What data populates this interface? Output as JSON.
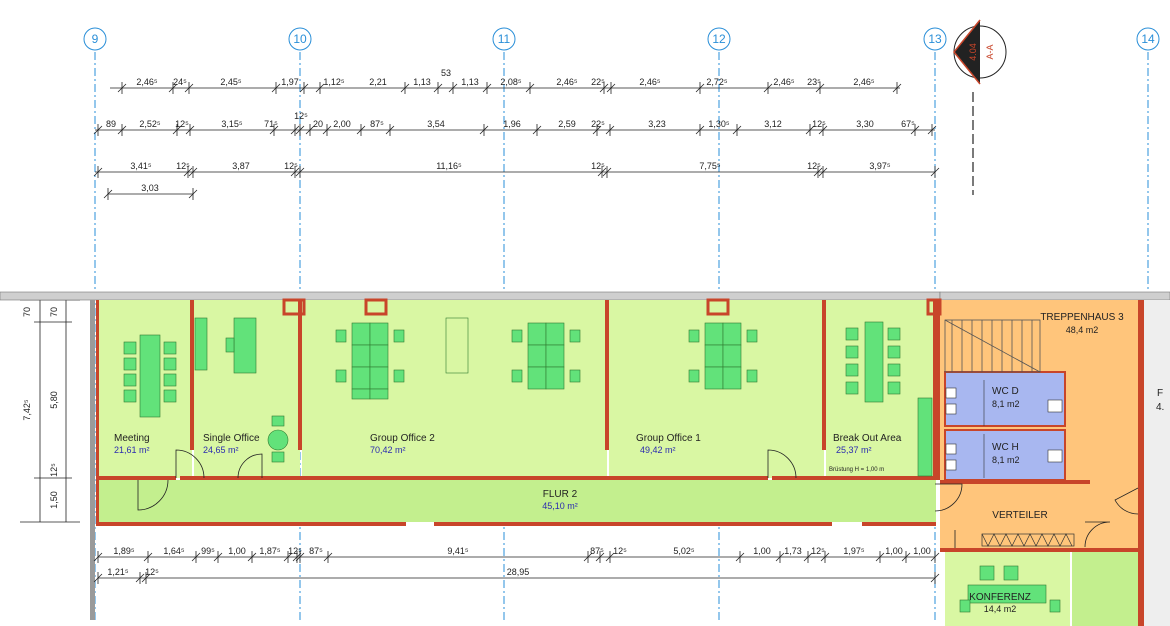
{
  "grid_axes": [
    {
      "id": "9",
      "label": "9"
    },
    {
      "id": "10",
      "label": "10"
    },
    {
      "id": "11",
      "label": "11"
    },
    {
      "id": "12",
      "label": "12"
    },
    {
      "id": "13",
      "label": "13"
    },
    {
      "id": "14",
      "label": "14"
    }
  ],
  "section_marker": {
    "ref": "4.04",
    "name": "A-A"
  },
  "top_dimensions": {
    "row1": [
      "2,46⁵",
      "24⁵",
      "2,45⁵",
      "1,97",
      "1,12⁵",
      "2,21",
      "1,13",
      "53",
      "1,13",
      "2,08⁵",
      "2,46⁵",
      "22⁵",
      "2,46⁵",
      "2,72⁵",
      "2,46⁵",
      "23⁵",
      "2,46⁵"
    ],
    "row2": [
      "89",
      "2,52⁵",
      "12⁵",
      "3,15⁵",
      "71⁵",
      "12⁵",
      "20",
      "2,00",
      "87⁵",
      "3,54",
      "1,96",
      "2,59",
      "22⁵",
      "3,23",
      "1,30⁵",
      "3,12",
      "12⁵",
      "3,30",
      "67⁵"
    ],
    "row3": [
      "3,41⁵",
      "12⁵",
      "3,87",
      "12⁵",
      "11,16⁵",
      "12⁵",
      "7,75⁵",
      "12⁵",
      "3,97⁵"
    ],
    "row4": [
      "3,03"
    ]
  },
  "left_dimensions": [
    "70",
    "70",
    "7,42⁵",
    "5,80",
    "12⁵",
    "1,50"
  ],
  "bottom_dimensions": {
    "row1": [
      "1,89⁵",
      "1,64⁵",
      "99⁵",
      "1,00",
      "1,87⁵",
      "12⁵",
      "87⁵",
      "9,41⁵",
      "87⁵",
      "12⁵",
      "5,02⁵",
      "1,00",
      "1,73",
      "12⁵",
      "1,97⁵",
      "1,00",
      "1,00"
    ],
    "row2": [
      "1,21⁵",
      "12⁵",
      "28,95"
    ]
  },
  "rooms": [
    {
      "name": "Meeting",
      "area": "21,61 m²"
    },
    {
      "name": "Single Office",
      "area": "24,65 m²"
    },
    {
      "name": "Group Office 2",
      "area": "70,42 m²"
    },
    {
      "name": "Group Office 1",
      "area": "49,42 m²"
    },
    {
      "name": "Break Out Area",
      "area": "25,37 m²",
      "note": "Brüstung H = 1,00 m"
    },
    {
      "name": "FLUR 2",
      "area": "45,10 m²"
    },
    {
      "name": "TREPPENHAUS 3",
      "area": "48,4 m2"
    },
    {
      "name": "WC D",
      "area": "8,1 m2"
    },
    {
      "name": "WC H",
      "area": "8,1 m2"
    },
    {
      "name": "VERTEILER",
      "area": ""
    },
    {
      "name": "KONFERENZ",
      "area": "14,4 m2"
    }
  ],
  "edge_labels": [
    "F",
    "4."
  ],
  "colors": {
    "office_fill": "#d9f7a3",
    "corridor_fill": "#c3ef8e",
    "furniture": "#62e27a",
    "stair_fill": "#ffc57b",
    "wc_fill": "#a8b7f0",
    "wall": "#c8452a",
    "grid_line": "#2a8fd8"
  }
}
